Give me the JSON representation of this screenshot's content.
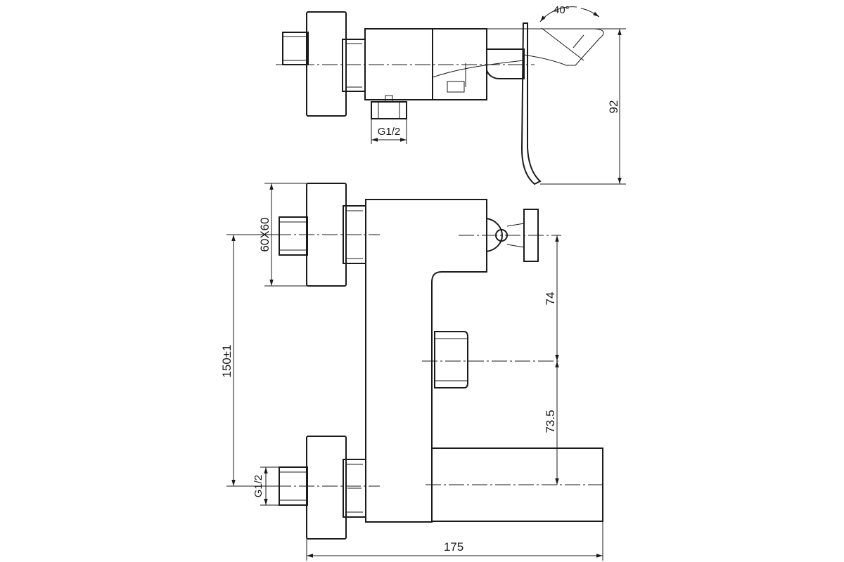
{
  "dimensions": {
    "angle": "40°",
    "height_top": "92",
    "thread_top": "G1/2",
    "flange": "60X60",
    "spacing": "150±1",
    "upper_offset": "74",
    "lower_offset": "73.5",
    "thread_bottom": "G1/2",
    "width": "175"
  }
}
